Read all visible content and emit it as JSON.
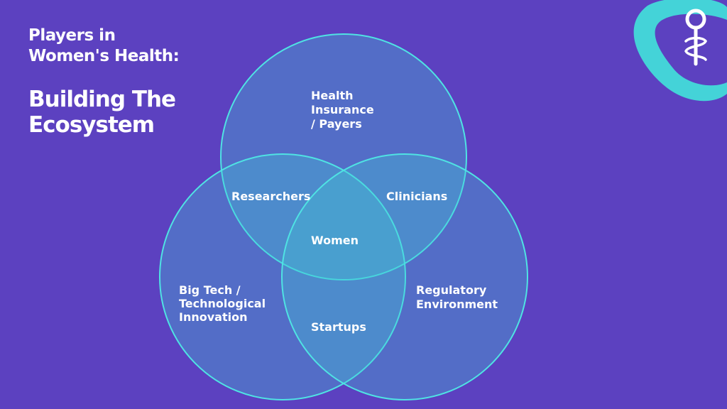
{
  "colors": {
    "background": "#5c41c0",
    "circle_fill": "#42c9d6",
    "circle_stroke": "#4fe3e3",
    "logo_accent": "#44d3d8",
    "logo_symbol": "#ffffff"
  },
  "header": {
    "title_line1": "Players in",
    "title_line2": "Women's Health:",
    "subtitle_line1": "Building The",
    "subtitle_line2": "Ecosystem"
  },
  "logo": {
    "icon": "female-symbol-caduceus-icon"
  },
  "venn": {
    "circles": {
      "top": [
        "Health",
        "Insurance",
        "/ Payers"
      ],
      "left": [
        "Big Tech /",
        "Technological",
        "Innovation"
      ],
      "right": [
        "Regulatory",
        "Environment"
      ]
    },
    "overlaps": {
      "top_left": "Researchers",
      "top_right": "Clinicians",
      "left_right": "Startups",
      "center": "Women"
    }
  }
}
